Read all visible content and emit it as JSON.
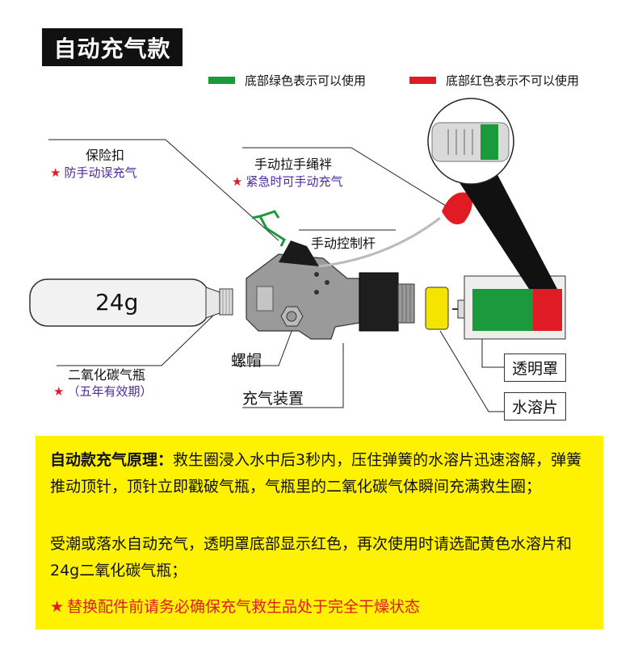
{
  "title": "自动充气款",
  "legend": [
    {
      "color": "#1a9a3c",
      "text": "底部绿色表示可以使用"
    },
    {
      "color": "#e01b24",
      "text": "底部红色表示不可以使用"
    }
  ],
  "labels": {
    "safety_buckle": "保险扣",
    "safety_buckle_note": "防手动误充气",
    "pull_lanyard": "手动拉手绳袢",
    "pull_lanyard_note": "紧急时可手动充气",
    "lever": "手动控制杆",
    "cylinder_weight": "24g",
    "cap": "螺帽",
    "cylinder": "二氧化碳气瓶",
    "cylinder_note": "（五年有效期）",
    "inflator": "充气装置",
    "transparent_cover": "透明罩",
    "water_tablet": "水溶片"
  },
  "principle": {
    "heading": "自动款充气原理：",
    "text": "救生圈浸入水中后3秒内，压住弹簧的水溶片迅速溶解，弹簧推动顶针，顶针立即戳破气瓶，气瓶里的二氧化碳气体瞬间充满救生圈；",
    "text2": "受潮或落水自动充气，透明罩底部显示红色，再次使用时请选配黄色水溶片和24g二氧化碳气瓶；",
    "warning": "替换配件前请务必确保充气救生品处于完全干燥状态"
  },
  "colors": {
    "accent_red": "#e01b24",
    "green": "#1a9a3c",
    "yellow": "#fff200",
    "note_purple": "#4b2aa0"
  }
}
